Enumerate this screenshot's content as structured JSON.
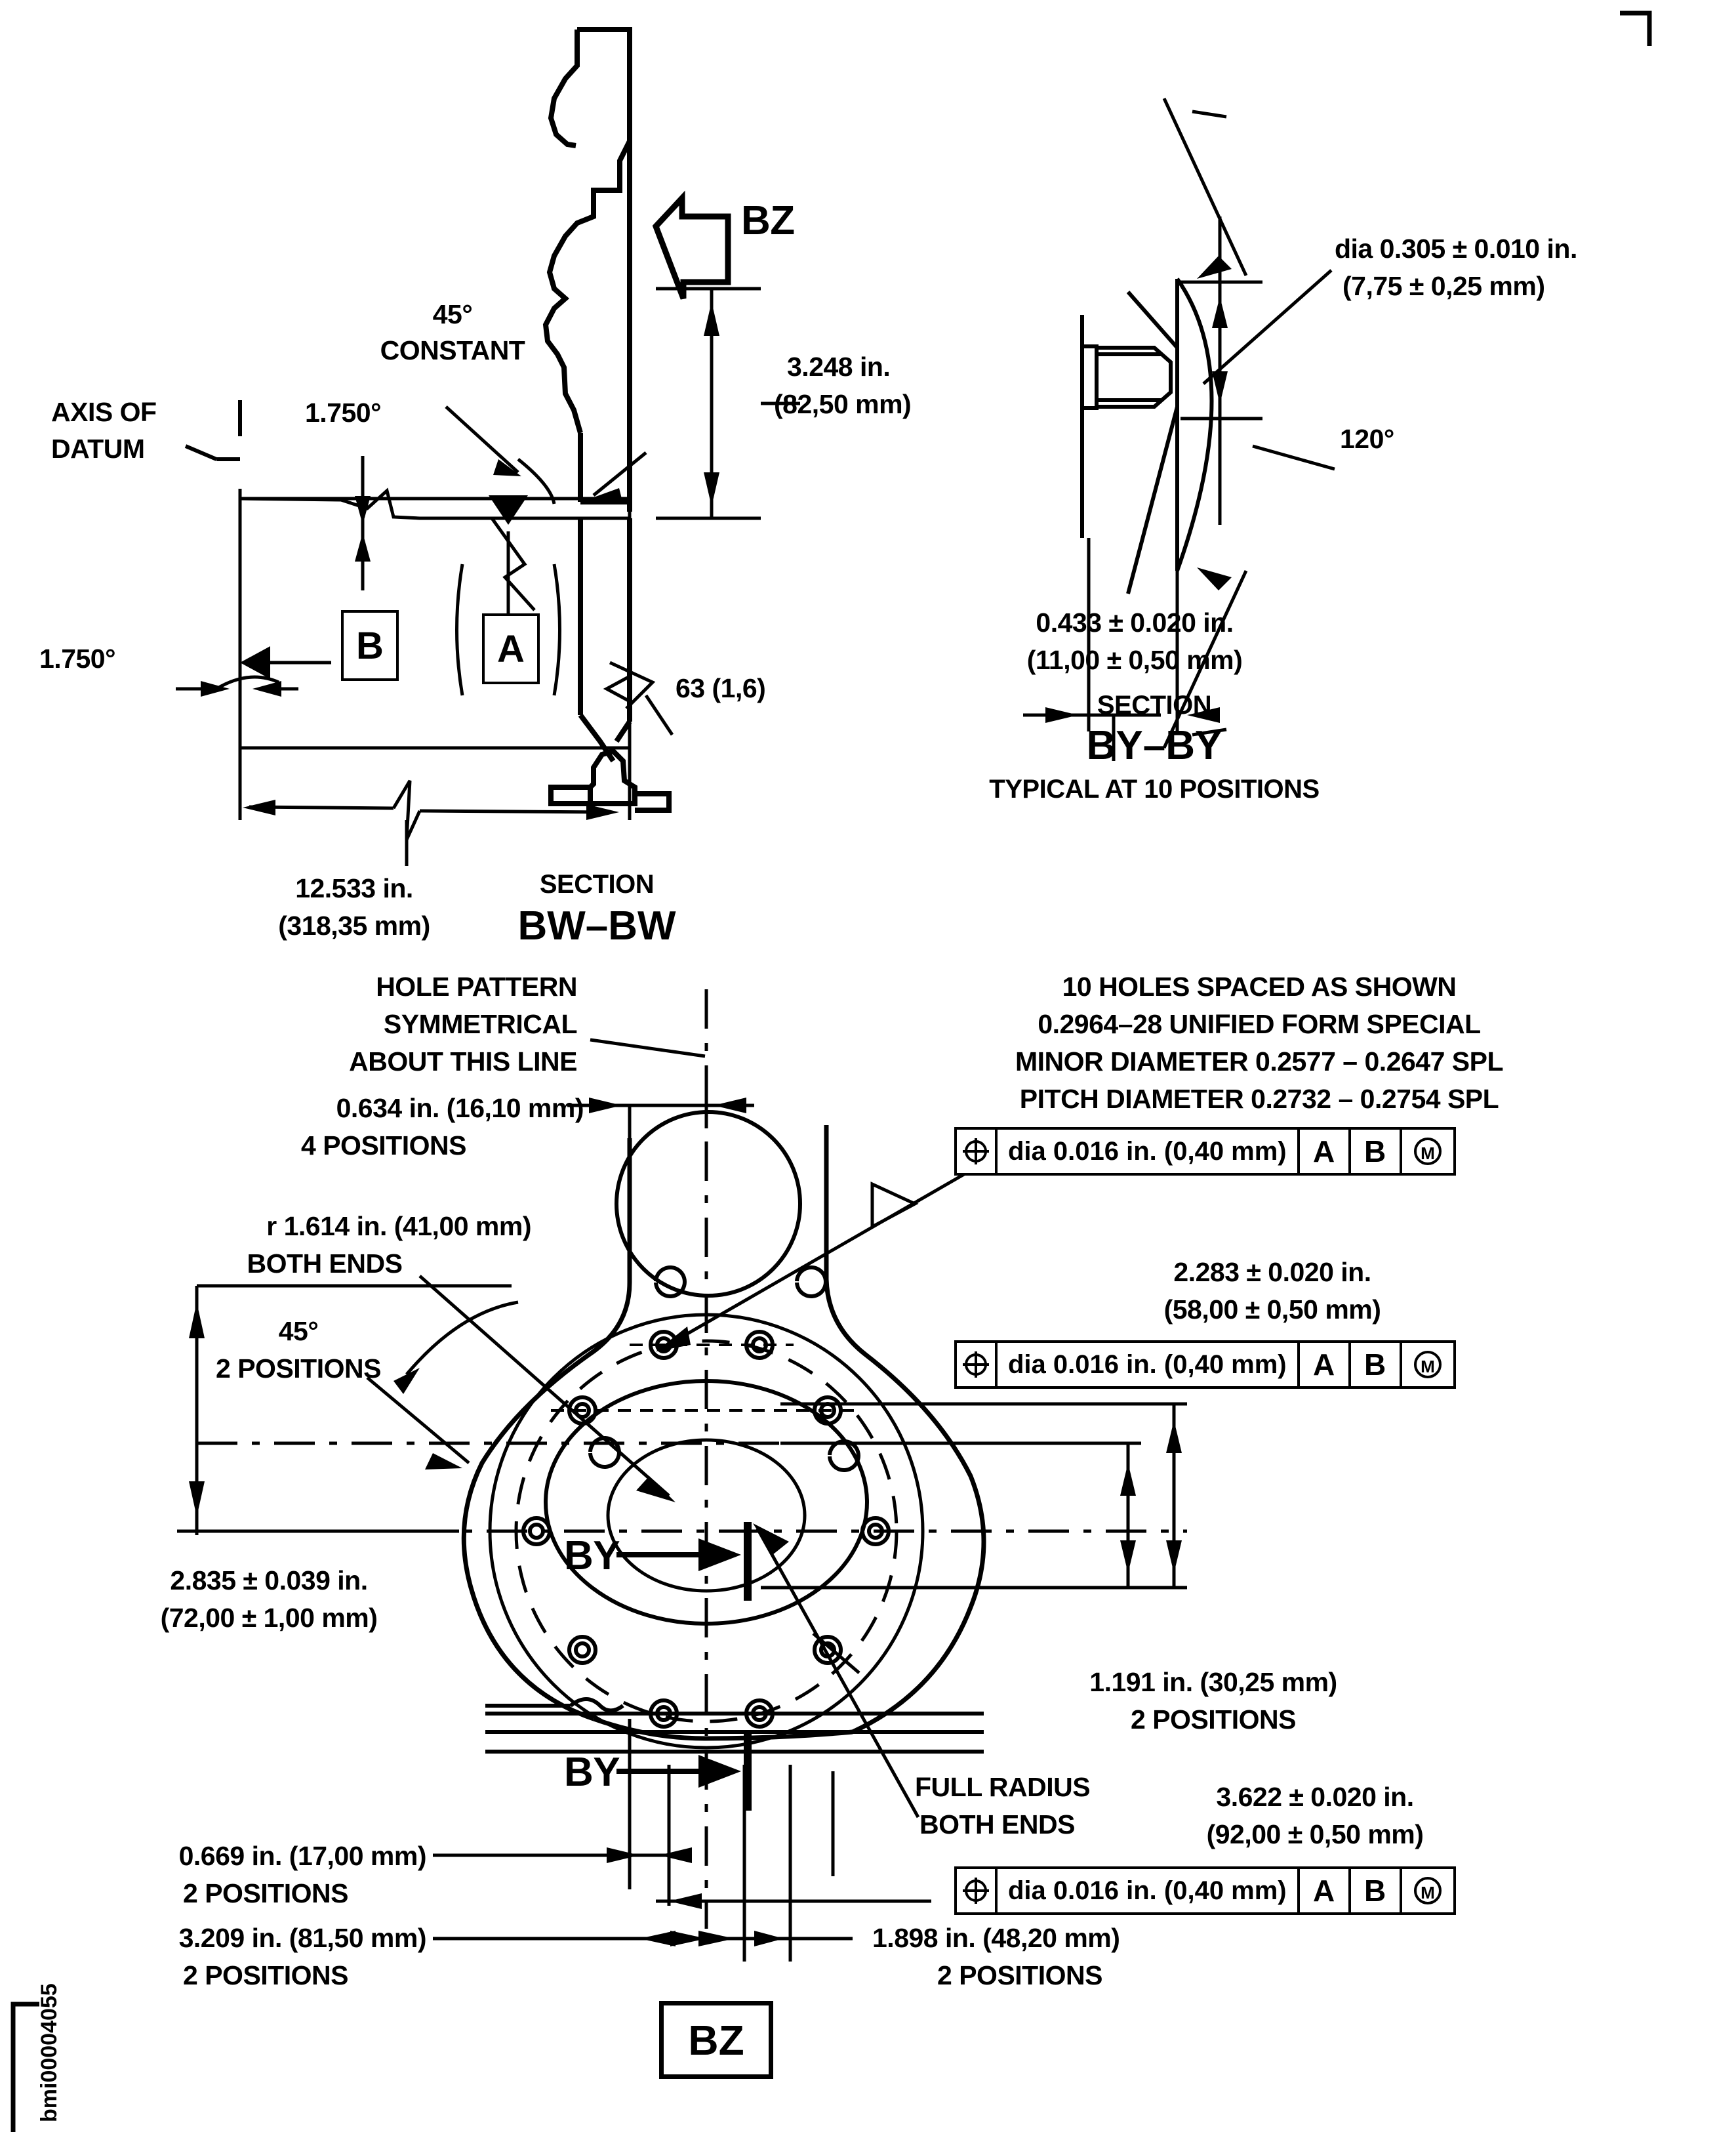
{
  "figure": {
    "id_label": "bmi00004055",
    "background": "#ffffff",
    "line_color": "#000000"
  },
  "section_bw": {
    "view_arrow_label": "BZ",
    "section_word": "SECTION",
    "section_name": "BW–BW",
    "notes": {
      "angle_constant": "45°",
      "angle_constant_2": "CONSTANT",
      "axis_of_datum_l1": "AXIS OF",
      "axis_of_datum_l2": "DATUM",
      "taper_top": "1.750°",
      "taper_bottom": "1.750°",
      "surface_finish": "63 (1,6)"
    },
    "dimensions": {
      "height_in": "3.248 in.",
      "height_mm": "(82,50 mm)",
      "length_in": "12.533 in.",
      "length_mm": "(318,35 mm)"
    },
    "datums": {
      "b": "B",
      "a": "A"
    }
  },
  "section_by": {
    "section_word": "SECTION",
    "section_name": "BY–BY",
    "subtitle": "TYPICAL AT 10 POSITIONS",
    "dimensions": {
      "dia_in": "dia 0.305 ± 0.010 in.",
      "dia_mm": "(7,75 ± 0,25 mm)",
      "angle": "120°",
      "thk_in": "0.433 ± 0.020 in.",
      "thk_mm": "(11,00 ± 0,50 mm)"
    }
  },
  "plan_view": {
    "view_label": "BZ",
    "section_cut_label_top": "BY",
    "section_cut_label_bottom": "BY",
    "notes": {
      "hole_pattern_l1": "HOLE PATTERN",
      "hole_pattern_l2": "SYMMETRICAL",
      "hole_pattern_l3": "ABOUT THIS LINE",
      "dim_0634_l1": "0.634 in. (16,10 mm)",
      "dim_0634_l2": "4 POSITIONS",
      "radius_l1": "r 1.614 in. (41,00 mm)",
      "radius_l2": "BOTH ENDS",
      "angle45_l1": "45°",
      "angle45_l2": "2 POSITIONS",
      "dim_2835_l1": "2.835 ± 0.039 in.",
      "dim_2835_l2": "(72,00 ± 1,00 mm)",
      "dim_1191_l1": "1.191 in. (30,25 mm)",
      "dim_1191_l2": "2 POSITIONS",
      "full_radius_l1": "FULL RADIUS",
      "full_radius_l2": "BOTH ENDS",
      "dim_0669_l1": "0.669 in. (17,00 mm)",
      "dim_0669_l2": "2 POSITIONS",
      "dim_3209_l1": "3.209 in. (81,50 mm)",
      "dim_3209_l2": "2 POSITIONS",
      "dim_1898_l1": "1.898 in. (48,20 mm)",
      "dim_1898_l2": "2 POSITIONS",
      "dim_2283_l1": "2.283 ± 0.020 in.",
      "dim_2283_l2": "(58,00 ± 0,50 mm)",
      "dim_3622_l1": "3.622 ± 0.020 in.",
      "dim_3622_l2": "(92,00 ± 0,50 mm)"
    },
    "hole_note": {
      "line1": "10 HOLES SPACED AS SHOWN",
      "line2": "0.2964–28 UNIFIED FORM SPECIAL",
      "line3": "MINOR DIAMETER 0.2577 – 0.2647 SPL",
      "line4": "PITCH DIAMETER 0.2732 – 0.2754 SPL"
    },
    "feature_control_frames": [
      {
        "symbol": "position",
        "tolerance": "dia 0.016 in. (0,40 mm)",
        "datum_primary": "A",
        "datum_secondary": "B",
        "modifier": "M"
      },
      {
        "symbol": "position",
        "tolerance": "dia 0.016 in. (0,40 mm)",
        "datum_primary": "A",
        "datum_secondary": "B",
        "modifier": "M"
      },
      {
        "symbol": "position",
        "tolerance": "dia 0.016 in. (0,40 mm)",
        "datum_primary": "A",
        "datum_secondary": "B",
        "modifier": "M"
      }
    ]
  }
}
